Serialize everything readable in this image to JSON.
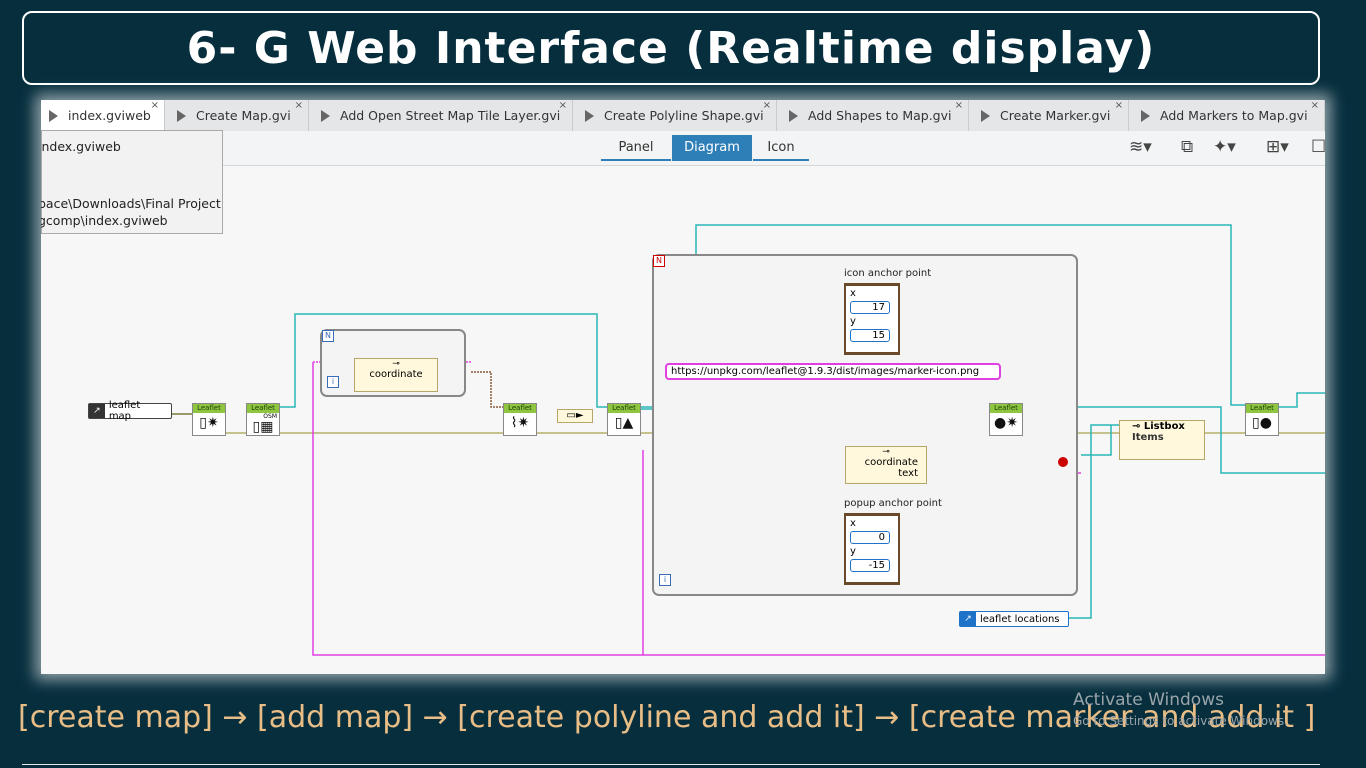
{
  "title": "6- G Web Interface (Realtime display)",
  "tabs": [
    {
      "label": "index.gviweb",
      "active": true
    },
    {
      "label": "Create Map.gvi"
    },
    {
      "label": "Add Open Street Map Tile Layer.gvi"
    },
    {
      "label": "Create Polyline Shape.gvi"
    },
    {
      "label": "Add Shapes to Map.gvi"
    },
    {
      "label": "Create Marker.gvi"
    },
    {
      "label": "Add Markers to Map.gvi"
    }
  ],
  "tab_close": "×",
  "view_tabs": {
    "panel": "Panel",
    "diagram": "Diagram",
    "icon": "Icon"
  },
  "tooltip": {
    "line1": "index.gviweb",
    "line2": "pace\\Downloads\\Final Project",
    "line3": "gcomp\\index.gviweb"
  },
  "diagram": {
    "leaflet_map": "leaflet map",
    "leaflet_locations": "leaflet locations",
    "node_header": "Leaflet",
    "osm_label": "OSM",
    "coordinate": "coordinate",
    "coordinate2": "coordinate",
    "text": "text",
    "icon_anchor_point": "icon anchor point",
    "popup_anchor_point": "popup anchor point",
    "x": "x",
    "y": "y",
    "icon_x": "17",
    "icon_y": "15",
    "popup_x": "0",
    "popup_y": "-15",
    "url": "https://unpkg.com/leaflet@1.9.3/dist/images/marker-icon.png",
    "listbox": "Listbox",
    "items": "Items",
    "n_tag": "N",
    "i_tag": "i"
  },
  "subtitle": "[create map] → [add map] → [create polyline and add it] → [create marker and add it ]",
  "watermark": {
    "line1": "Activate Windows",
    "line2": "Go to Settings to activate Windows."
  },
  "colors": {
    "background": "#062e3d",
    "wire_pink": "#e040e0",
    "wire_cyan": "#2ab6b6",
    "wire_olive": "#b5b06a",
    "wire_brown": "#8b5a3c",
    "subtitle": "#e9bd86",
    "accent_blue": "#2e7fb8"
  }
}
